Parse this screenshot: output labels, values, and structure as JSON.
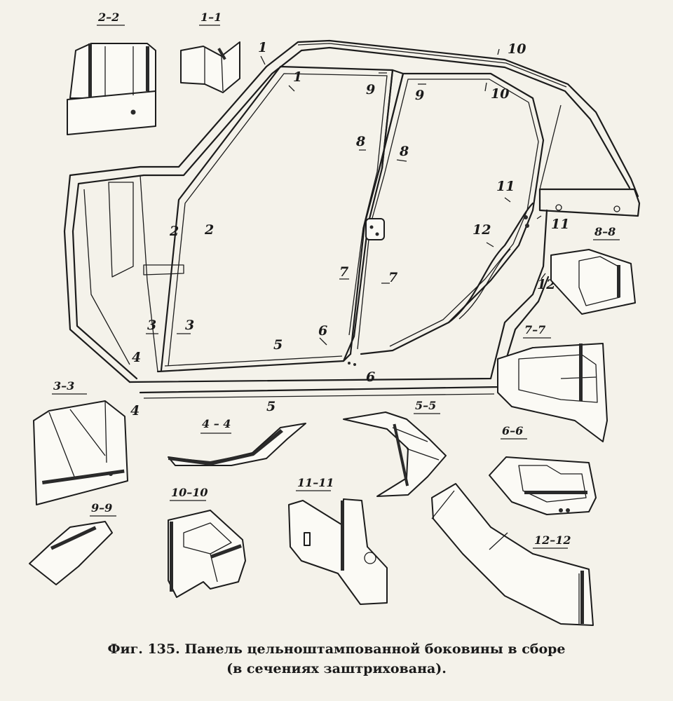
{
  "caption": {
    "line1": "Фиг. 135. Панель цельноштампованной боковины в сборе",
    "line2": "(в сечениях заштрихована)."
  },
  "main_labels": [
    {
      "id": "m1a",
      "text": "1"
    },
    {
      "id": "m1b",
      "text": "1"
    },
    {
      "id": "m9a",
      "text": "9"
    },
    {
      "id": "m9b",
      "text": "9"
    },
    {
      "id": "m10a",
      "text": "10"
    },
    {
      "id": "m10b",
      "text": "10"
    },
    {
      "id": "m8a",
      "text": "8"
    },
    {
      "id": "m8b",
      "text": "8"
    },
    {
      "id": "m11a",
      "text": "11"
    },
    {
      "id": "m11b",
      "text": "11"
    },
    {
      "id": "m12a",
      "text": "12"
    },
    {
      "id": "m12b",
      "text": "12"
    },
    {
      "id": "m2a",
      "text": "2"
    },
    {
      "id": "m2b",
      "text": "2"
    },
    {
      "id": "m7a",
      "text": "7"
    },
    {
      "id": "m7b",
      "text": "7"
    },
    {
      "id": "m3a",
      "text": "3"
    },
    {
      "id": "m3b",
      "text": "3"
    },
    {
      "id": "m6a",
      "text": "6"
    },
    {
      "id": "m6b",
      "text": "6"
    },
    {
      "id": "m4a",
      "text": "4"
    },
    {
      "id": "m4b",
      "text": "4"
    },
    {
      "id": "m5a",
      "text": "5"
    },
    {
      "id": "m5b",
      "text": "5"
    }
  ],
  "sections": [
    {
      "id": "s22",
      "text": "2–2"
    },
    {
      "id": "s11",
      "text": "1–1"
    },
    {
      "id": "s88",
      "text": "8–8"
    },
    {
      "id": "s77",
      "text": "7–7"
    },
    {
      "id": "s33",
      "text": "3–3"
    },
    {
      "id": "s44",
      "text": "4 – 4"
    },
    {
      "id": "s55",
      "text": "5–5"
    },
    {
      "id": "s66",
      "text": "6–6"
    },
    {
      "id": "s99",
      "text": "9–9"
    },
    {
      "id": "s1010",
      "text": "10–10"
    },
    {
      "id": "s1111",
      "text": "11–11"
    },
    {
      "id": "s1212",
      "text": "12–12"
    }
  ]
}
